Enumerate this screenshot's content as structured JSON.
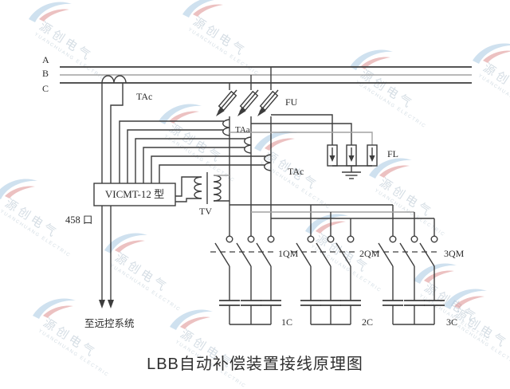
{
  "title": "LBB自动补偿装置接线原理图",
  "colors": {
    "line": "#3d3d3d",
    "line_gray": "#a2a2a2",
    "watermark_blue": "#a9c9e2",
    "watermark_red": "#dd8f8f",
    "watermark_text": "#b3c3cf"
  },
  "phase_labels": {
    "a": "A",
    "b": "B",
    "c": "C"
  },
  "labels": {
    "ct_left": "TAc",
    "fu": "FU",
    "ct_a": "TAa",
    "ct_c": "TAc",
    "fl": "FL",
    "controller": "VICMT-12 型",
    "port": "458 口",
    "tv": "TV",
    "remote": "至远控系统",
    "qm1": "1QM",
    "qm2": "2QM",
    "qm3": "3QM",
    "c1": "1C",
    "c2": "2C",
    "c3": "3C"
  },
  "watermark": {
    "text": "源创电气",
    "subtext": "YUANCHUANG ELECTRIC"
  }
}
